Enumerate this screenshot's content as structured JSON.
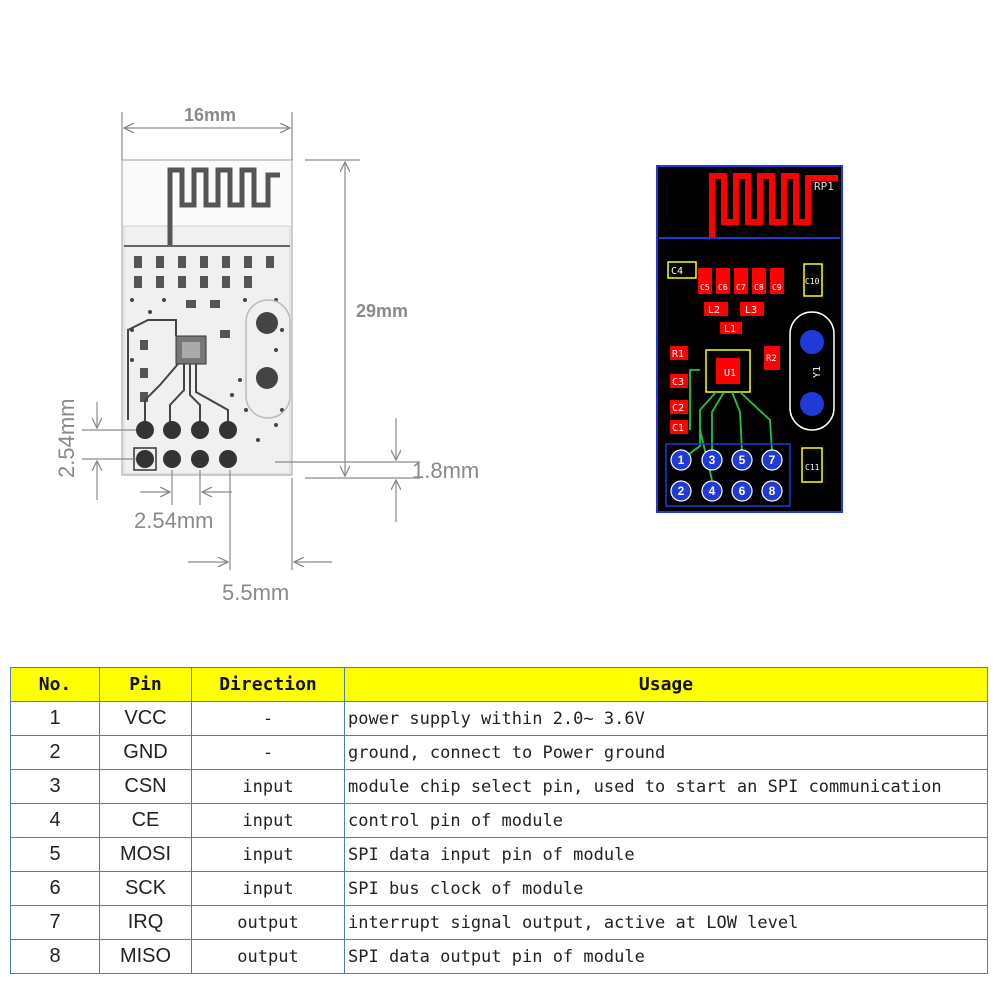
{
  "dimensions": {
    "width": "16mm",
    "height": "29mm",
    "pin_pitch_vertical": "2.54mm",
    "pin_pitch_horizontal": "2.54mm",
    "pin_offset": "5.5mm",
    "bottom_margin": "1.8mm"
  },
  "pcb_labels": {
    "antenna": "RP1",
    "capacitors": [
      "C4",
      "C5",
      "C6",
      "C7",
      "C8",
      "C9",
      "C10",
      "C3",
      "C2",
      "C1",
      "C11"
    ],
    "inductors": [
      "L2",
      "L3",
      "L1"
    ],
    "resistors": [
      "R1",
      "R2"
    ],
    "chip": "U1",
    "crystal": "Y1",
    "pins": [
      "1",
      "2",
      "3",
      "4",
      "5",
      "6",
      "7",
      "8"
    ]
  },
  "table": {
    "headers": [
      "No.",
      "Pin",
      "Direction",
      "Usage"
    ],
    "rows": [
      {
        "no": "1",
        "pin": "VCC",
        "direction": "-",
        "usage": "power supply within 2.0~ 3.6V"
      },
      {
        "no": "2",
        "pin": "GND",
        "direction": "-",
        "usage": "ground, connect to Power ground"
      },
      {
        "no": "3",
        "pin": "CSN",
        "direction": "input",
        "usage": "module chip select pin, used to start an SPI communication"
      },
      {
        "no": "4",
        "pin": "CE",
        "direction": "input",
        "usage": "control pin of module"
      },
      {
        "no": "5",
        "pin": "MOSI",
        "direction": "input",
        "usage": "SPI data input pin of module"
      },
      {
        "no": "6",
        "pin": "SCK",
        "direction": "input",
        "usage": "SPI bus clock of module"
      },
      {
        "no": "7",
        "pin": "IRQ",
        "direction": "output",
        "usage": "interrupt signal output, active at LOW level"
      },
      {
        "no": "8",
        "pin": "MISO",
        "direction": "output",
        "usage": "SPI data output pin of module"
      }
    ]
  },
  "colors": {
    "header_bg": "#ffff00",
    "pcb_bg": "#000000",
    "copper": "#ff0000",
    "silkscreen": "#ffff00",
    "pad": "#1f3ad6",
    "trace_green": "#25c43a"
  }
}
